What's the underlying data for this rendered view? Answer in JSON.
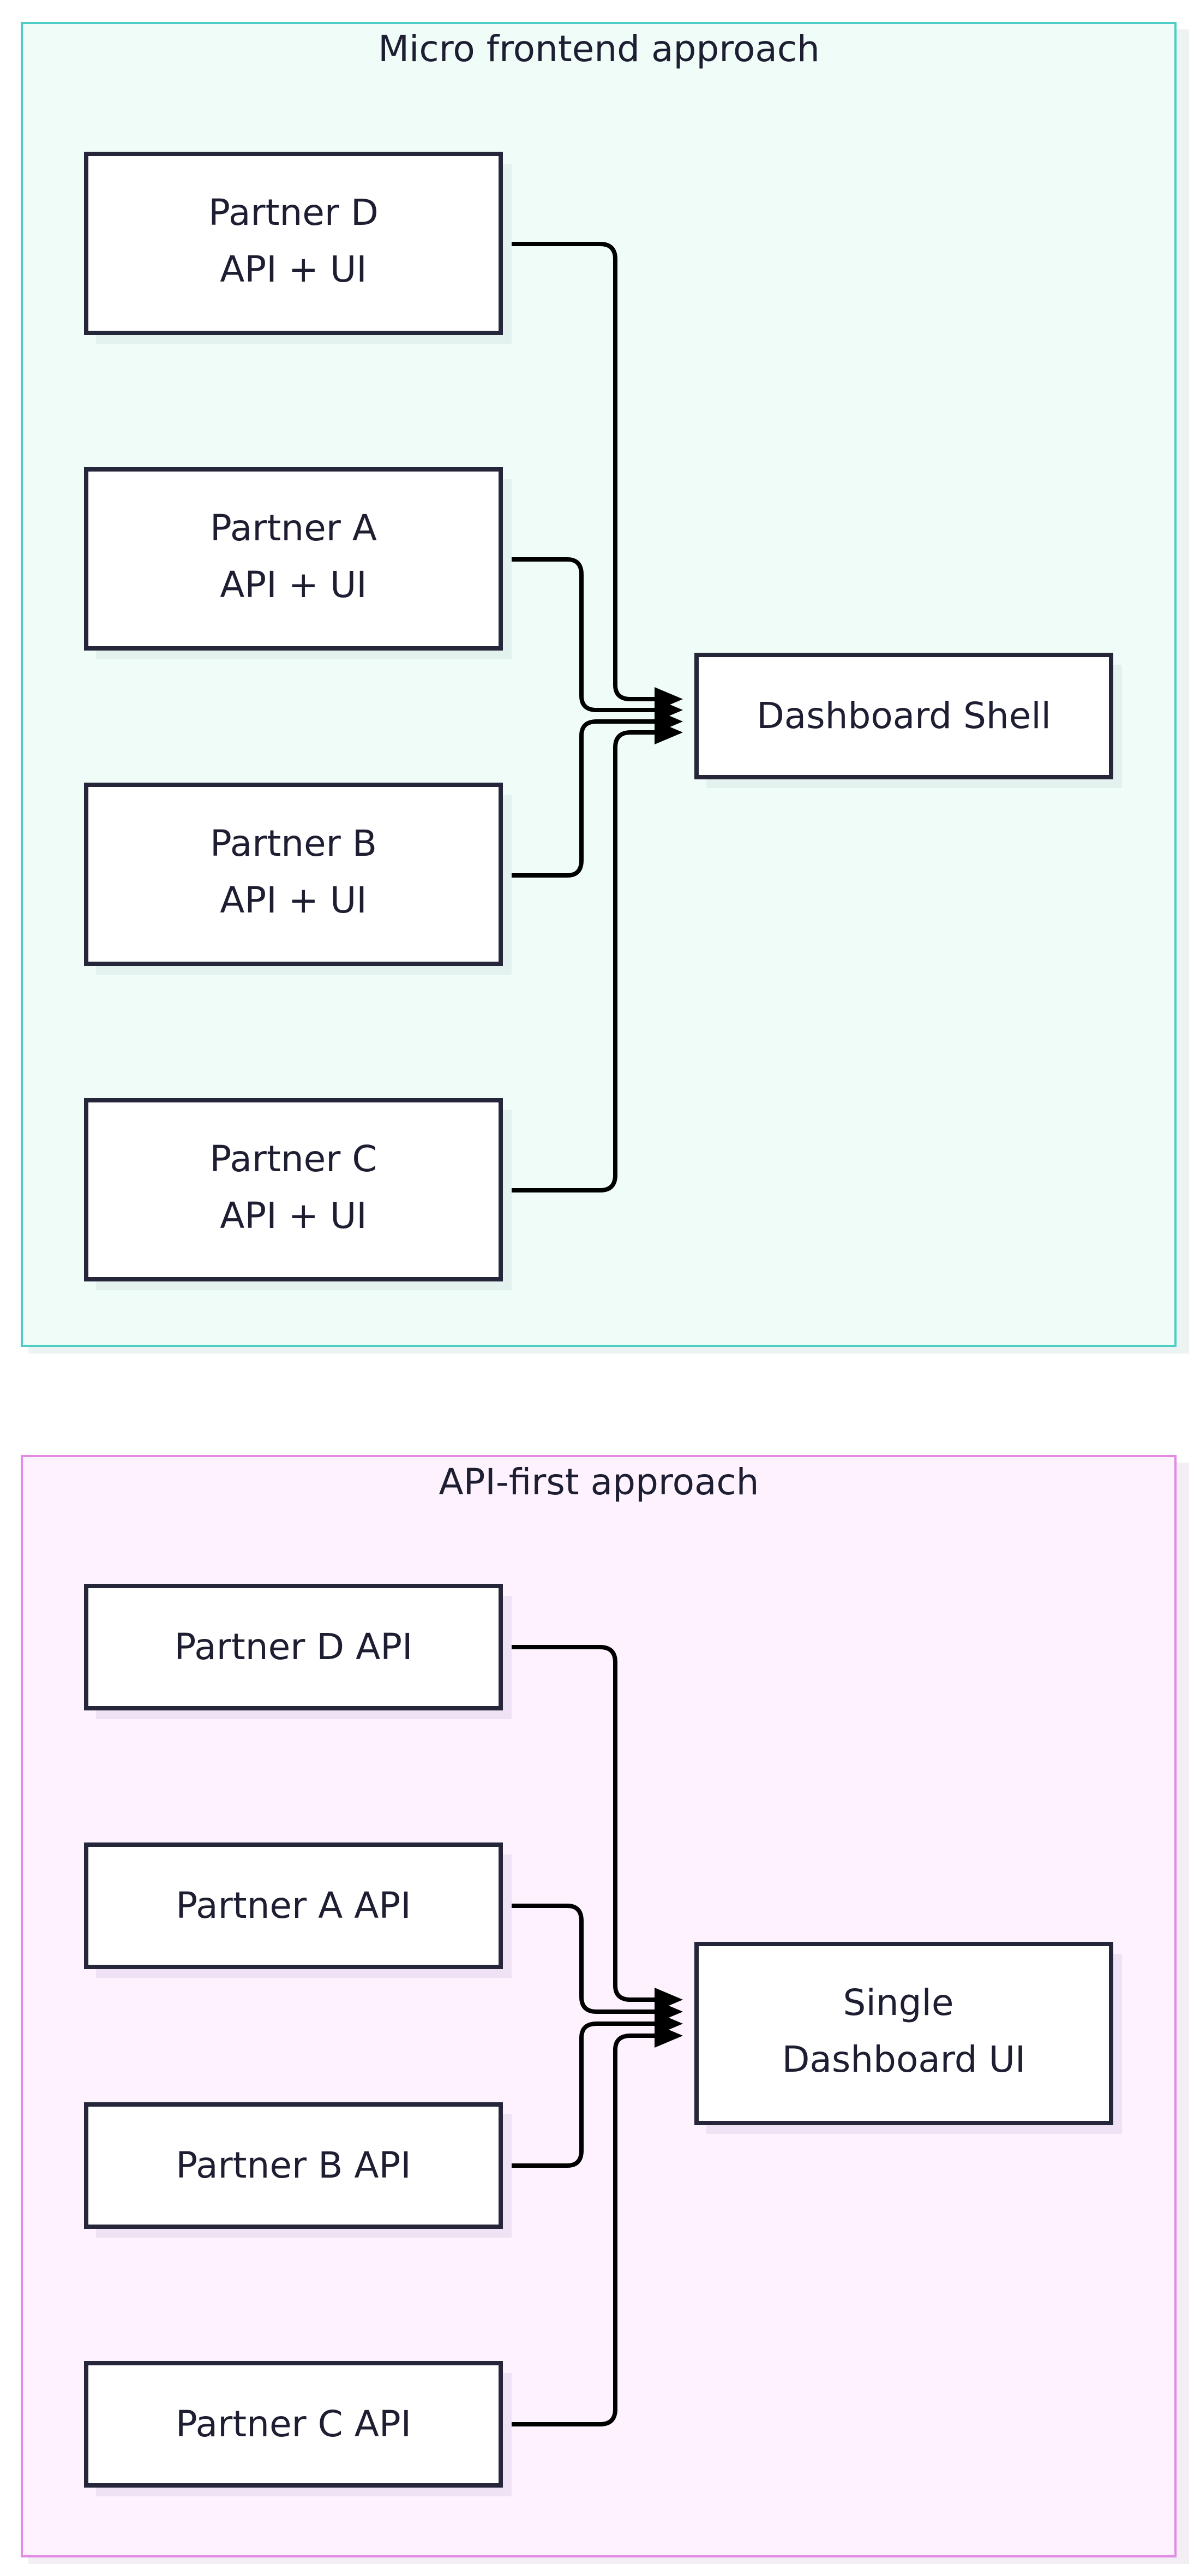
{
  "colors": {
    "micro_fill": "#effcf8",
    "micro_border": "#4ecdc4",
    "micro_shadow": "#e3f2ee",
    "api_fill": "#fdf2fd",
    "api_border": "#e28ae6",
    "api_shadow": "#efe2f5",
    "node_fill": "#ffffff",
    "node_border": "#25263a",
    "edge": "#000000"
  },
  "groups": [
    {
      "id": "micro",
      "title": "Micro frontend approach",
      "sources": [
        {
          "lines": [
            "Partner D",
            "API + UI"
          ]
        },
        {
          "lines": [
            "Partner A",
            "API + UI"
          ]
        },
        {
          "lines": [
            "Partner B",
            "API + UI"
          ]
        },
        {
          "lines": [
            "Partner C",
            "API + UI"
          ]
        }
      ],
      "target": {
        "lines": [
          "Dashboard Shell"
        ]
      }
    },
    {
      "id": "api",
      "title": "API-first approach",
      "sources": [
        {
          "lines": [
            "Partner D API"
          ]
        },
        {
          "lines": [
            "Partner A API"
          ]
        },
        {
          "lines": [
            "Partner B API"
          ]
        },
        {
          "lines": [
            "Partner C API"
          ]
        }
      ],
      "target": {
        "lines": [
          "Single",
          "Dashboard UI"
        ]
      }
    }
  ]
}
